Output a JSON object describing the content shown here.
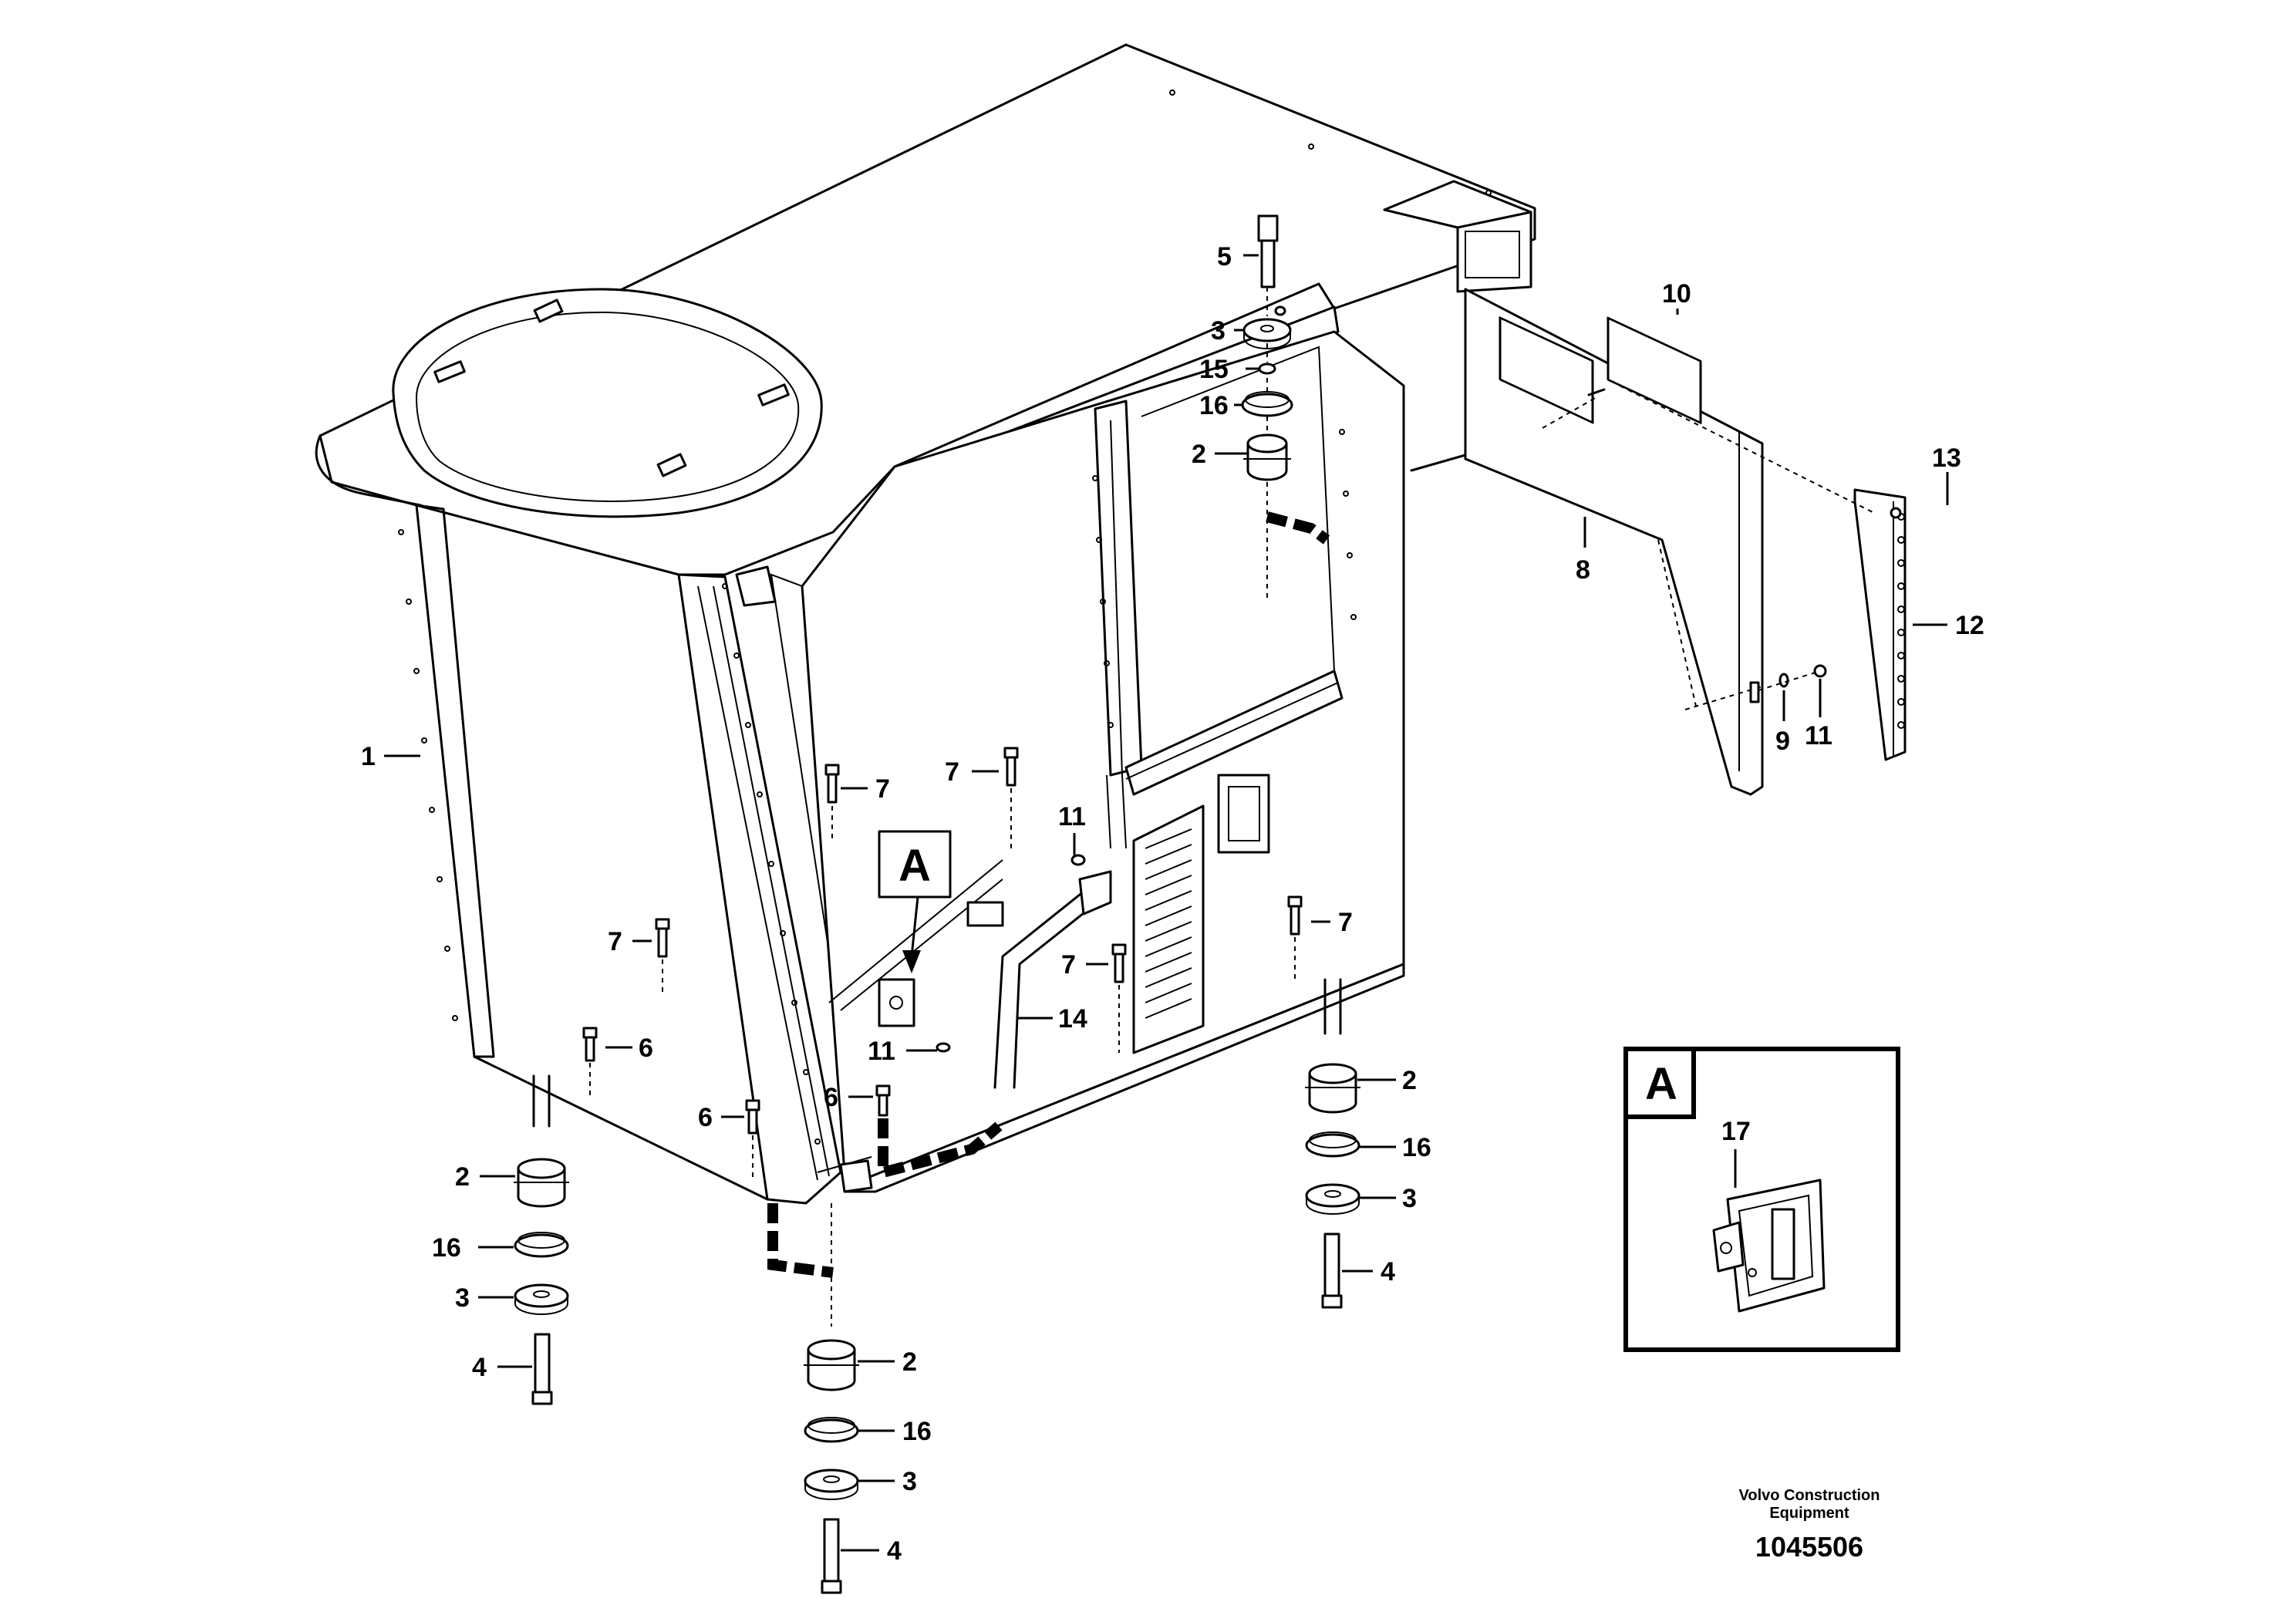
{
  "detail_marker": "A",
  "detail_box": {
    "letter": "A",
    "part": "17"
  },
  "footer": {
    "line1": "Volvo Construction",
    "line2": "Equipment",
    "number": "1045506"
  },
  "callouts": [
    {
      "id": "c5",
      "text": "5"
    },
    {
      "id": "c3a",
      "text": "3"
    },
    {
      "id": "c15",
      "text": "15"
    },
    {
      "id": "c16a",
      "text": "16"
    },
    {
      "id": "c2a",
      "text": "2"
    },
    {
      "id": "c10",
      "text": "10"
    },
    {
      "id": "c13",
      "text": "13"
    },
    {
      "id": "c8",
      "text": "8"
    },
    {
      "id": "c12",
      "text": "12"
    },
    {
      "id": "c9",
      "text": "9"
    },
    {
      "id": "c11a",
      "text": "11"
    },
    {
      "id": "c1",
      "text": "1"
    },
    {
      "id": "c7a",
      "text": "7"
    },
    {
      "id": "c7b",
      "text": "7"
    },
    {
      "id": "c11b",
      "text": "11"
    },
    {
      "id": "c7c",
      "text": "7"
    },
    {
      "id": "c7d",
      "text": "7"
    },
    {
      "id": "c7e",
      "text": "7"
    },
    {
      "id": "c6a",
      "text": "6"
    },
    {
      "id": "c14",
      "text": "14"
    },
    {
      "id": "c11c",
      "text": "11"
    },
    {
      "id": "c6b",
      "text": "6"
    },
    {
      "id": "c6c",
      "text": "6"
    },
    {
      "id": "c2b",
      "text": "2"
    },
    {
      "id": "c16b",
      "text": "16"
    },
    {
      "id": "c3b",
      "text": "3"
    },
    {
      "id": "c4a",
      "text": "4"
    },
    {
      "id": "c2c",
      "text": "2"
    },
    {
      "id": "c16c",
      "text": "16"
    },
    {
      "id": "c3c",
      "text": "3"
    },
    {
      "id": "c4b",
      "text": "4"
    },
    {
      "id": "c2d",
      "text": "2"
    },
    {
      "id": "c16d",
      "text": "16"
    },
    {
      "id": "c3d",
      "text": "3"
    },
    {
      "id": "c4c",
      "text": "4"
    }
  ]
}
